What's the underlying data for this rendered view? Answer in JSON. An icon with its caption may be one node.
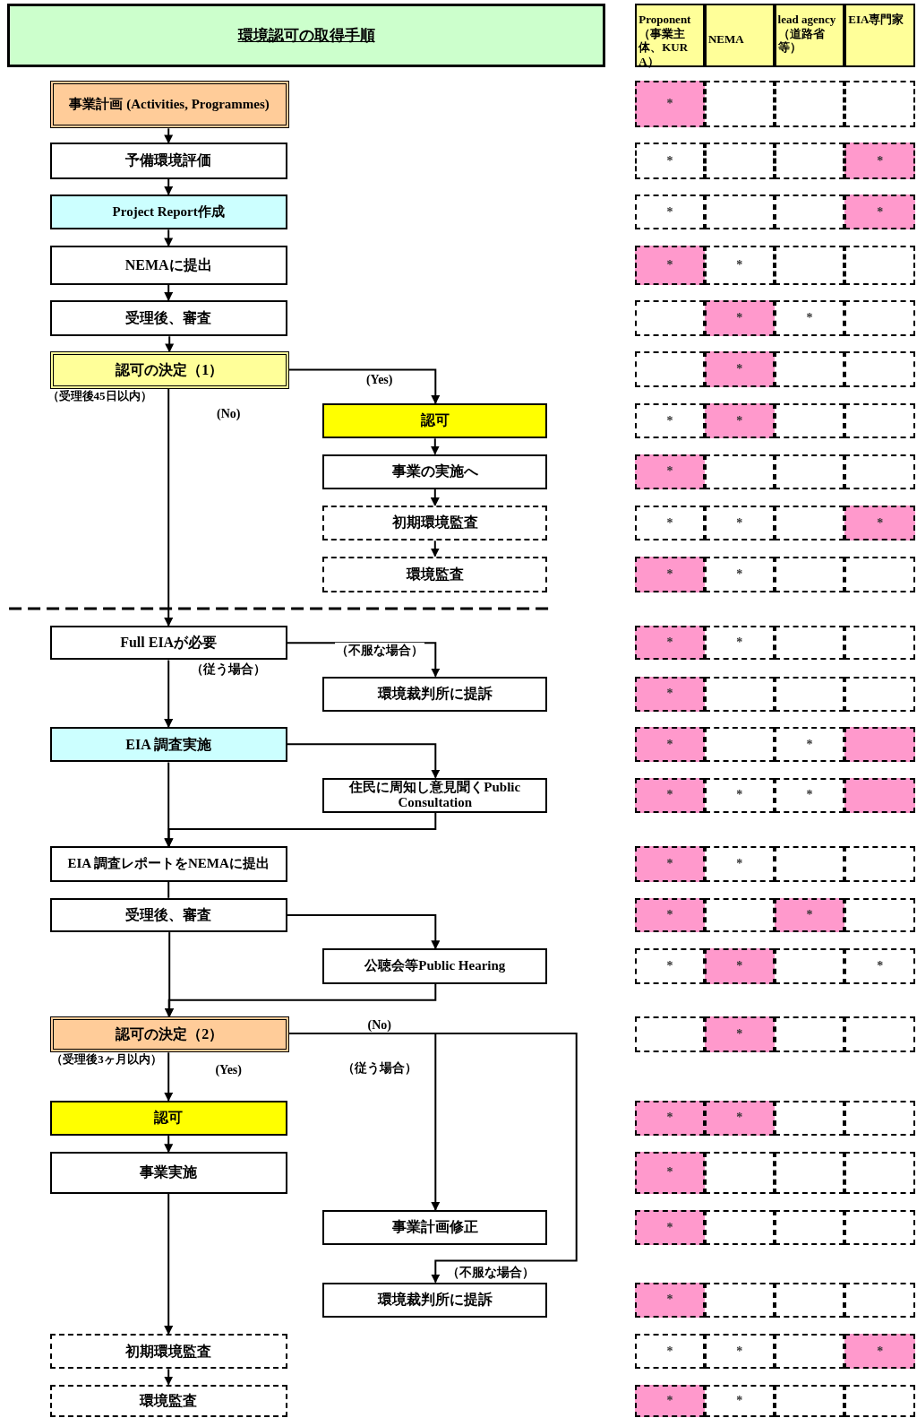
{
  "diagram": {
    "title": "環境認可の取得手順",
    "nodes": [
      {
        "text": [
          "事業計画 (Activities, Programmes)"
        ]
      },
      {
        "text": [
          "予備環境評価"
        ]
      },
      {
        "text": [
          "Project Report作成"
        ]
      },
      {
        "text": [
          "NEMAに提出"
        ]
      },
      {
        "text": [
          "受理後、審査"
        ]
      },
      {
        "text": [
          "認可の決定（1）"
        ],
        "beside": [
          "（受理後45日以内）"
        ]
      },
      {
        "text": [
          "認可"
        ]
      },
      {
        "text": [
          "事業の実施へ"
        ]
      },
      {
        "text": [
          "初期環境監査"
        ]
      },
      {
        "text": [
          "環境監査"
        ]
      },
      {
        "text": [
          "Full EIAが必要"
        ]
      },
      {
        "text": [
          "環境裁判所に提訴"
        ]
      },
      {
        "text": [
          "EIA 調査実施"
        ]
      },
      {
        "text": [
          "住民に周知し意見聞くPublic Consultation"
        ]
      },
      {
        "text": [
          "EIA 調査レポートをNEMAに提出"
        ]
      },
      {
        "text": [
          "受理後、審査"
        ]
      },
      {
        "text": [
          "公聴会等Public Hearing"
        ]
      },
      {
        "text": [
          "認可の決定（2）"
        ],
        "beside": [
          "（受理後3ヶ月以内）"
        ]
      },
      {
        "text": [
          "認可"
        ]
      },
      {
        "text": [
          "事業実施"
        ]
      },
      {
        "text": [
          "事業計画修正"
        ]
      },
      {
        "text": [
          "環境裁判所に提訴"
        ]
      },
      {
        "text": [
          "初期環境監査"
        ]
      },
      {
        "text": [
          "環境監査"
        ]
      }
    ],
    "edges": [
      {
        "from": 0,
        "to": 1,
        "arrow": "to"
      },
      {
        "from": 1,
        "to": 2,
        "arrow": "to"
      },
      {
        "from": 2,
        "to": 3,
        "arrow": "to"
      },
      {
        "from": 3,
        "to": 4,
        "arrow": "to"
      },
      {
        "from": 4,
        "to": 5,
        "arrow": "to"
      },
      {
        "from": 5,
        "to": 6,
        "arrow": "to",
        "label": "(Yes)"
      },
      {
        "from": 6,
        "to": 7,
        "arrow": "to"
      },
      {
        "from": 7,
        "to": 8,
        "arrow": "to"
      },
      {
        "from": 8,
        "to": 9,
        "arrow": "to"
      },
      {
        "from": 5,
        "to": 10,
        "arrow": "to",
        "label": "(No)"
      },
      {
        "from": 10,
        "to": 11,
        "arrow": "to",
        "label": "（不服な場合）"
      },
      {
        "from": 10,
        "to": 12,
        "arrow": "to",
        "label": "（従う場合）"
      },
      {
        "from": 12,
        "to": 13,
        "arrow": "to"
      },
      {
        "from": 12,
        "to": 14,
        "arrow": "to"
      },
      {
        "from": 13,
        "to": 14,
        "arrow": "to"
      },
      {
        "from": 14,
        "to": 15,
        "arrow": "none"
      },
      {
        "from": 15,
        "to": 16,
        "arrow": "to"
      },
      {
        "from": 15,
        "to": 17,
        "arrow": "to"
      },
      {
        "from": 16,
        "to": 17,
        "arrow": "to"
      },
      {
        "from": 17,
        "to": 18,
        "arrow": "to",
        "label": "(Yes)"
      },
      {
        "from": 18,
        "to": 19,
        "arrow": "to"
      },
      {
        "from": 17,
        "to": 20,
        "arrow": "to",
        "label": "（従う場合）"
      },
      {
        "from": 17,
        "to": 21,
        "arrow": "to",
        "label": "（不服な場合）"
      },
      {
        "from": 19,
        "to": 22,
        "arrow": "to"
      },
      {
        "from": 22,
        "to": 23,
        "arrow": "to"
      }
    ],
    "labels": [
      "Proponent（事業主体、KURA）",
      "NEMA",
      "lead agency（道路省等）",
      "EIA専門家",
      "*",
      "*",
      "*",
      "*",
      "*",
      "*",
      "*",
      "*",
      "*",
      "*",
      "*",
      "*",
      "*",
      "*",
      "*",
      "*",
      "*",
      "*",
      "*",
      "*",
      "*",
      "*",
      "*",
      "*",
      "*",
      "*",
      "*",
      "*",
      "*",
      "*",
      "*",
      "*",
      "*",
      "*",
      "*",
      "*",
      "*",
      "*",
      "*",
      "*",
      "*",
      "*",
      "*",
      "*",
      "(No)"
    ]
  }
}
